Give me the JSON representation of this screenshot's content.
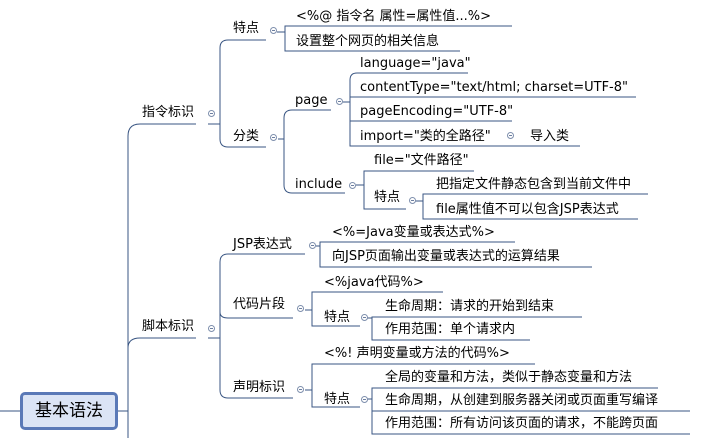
{
  "root": "基本语法",
  "directive": {
    "label": "指令标识",
    "feature": {
      "label": "特点",
      "items": [
        "<%@ 指令名  属性=属性值...%>",
        "设置整个网页的相关信息"
      ]
    },
    "category": {
      "label": "分类",
      "page": {
        "label": "page",
        "items": [
          "language=\"java\"",
          "contentType=\"text/html; charset=UTF-8\"",
          "pageEncoding=\"UTF-8\"",
          "import=\"类的全路径\"",
          "导入类"
        ]
      },
      "include": {
        "label": "include",
        "file": "file=\"文件路径\"",
        "feature_label": "特点",
        "items": [
          "把指定文件静态包含到当前文件中",
          "file属性值不可以包含JSP表达式"
        ]
      }
    }
  },
  "script": {
    "label": "脚本标识",
    "expression": {
      "label": "JSP表达式",
      "items": [
        "<%=Java变量或表达式%>",
        "向JSP页面输出变量或表达式的运算结果"
      ]
    },
    "scriptlet": {
      "label": "代码片段",
      "syntax": "<%java代码%>",
      "feature_label": "特点",
      "items": [
        "生命周期：请求的开始到结束",
        "作用范围：单个请求内"
      ]
    },
    "declaration": {
      "label": "声明标识",
      "syntax": "<%!  声明变量或方法的代码%>",
      "feature_label": "特点",
      "items": [
        "全局的变量和方法，类似于静态变量和方法",
        "生命周期，从创建到服务器关闭或页面重写编译",
        "作用范围：所有访问该页面的请求，不能跨页面"
      ]
    }
  }
}
